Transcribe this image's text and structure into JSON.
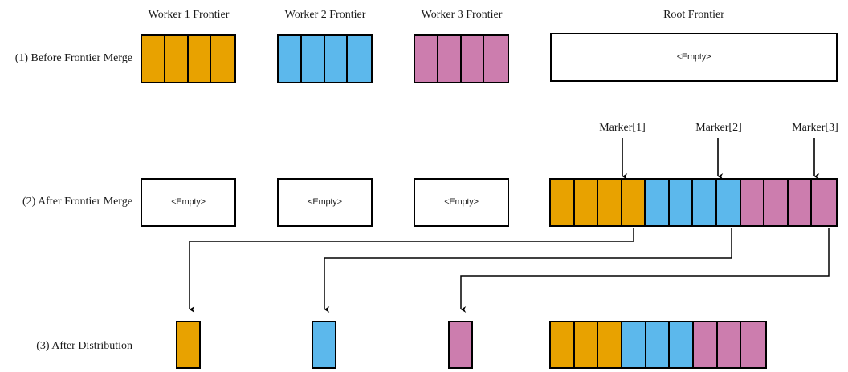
{
  "palette": {
    "orange": "#E8A200",
    "blue": "#5CB8EC",
    "pink": "#CC7DAE",
    "stroke": "#000000",
    "background": "#FFFFFF",
    "text": "#1A1A1A"
  },
  "titles": {
    "worker1": "Worker 1 Frontier",
    "worker2": "Worker 2 Frontier",
    "worker3": "Worker 3 Frontier",
    "root": "Root Frontier"
  },
  "rows": {
    "row1_label": "(1) Before Frontier Merge",
    "row2_label": "(2) After Frontier Merge",
    "row3_label": "(3) After Distribution"
  },
  "empty_text": "<Empty>",
  "markers": [
    {
      "label": "Marker[1]"
    },
    {
      "label": "Marker[2]"
    },
    {
      "label": "Marker[3]"
    }
  ],
  "stage1": {
    "worker1_cells": [
      "orange",
      "orange",
      "orange",
      "orange"
    ],
    "worker2_cells": [
      "blue",
      "blue",
      "blue",
      "blue"
    ],
    "worker3_cells": [
      "pink",
      "pink",
      "pink",
      "pink"
    ],
    "root_cells": []
  },
  "stage2": {
    "worker1_cells": [],
    "worker2_cells": [],
    "worker3_cells": [],
    "root_cells": [
      "orange",
      "orange",
      "orange",
      "orange",
      "blue",
      "blue",
      "blue",
      "blue",
      "pink",
      "pink",
      "pink",
      "pink"
    ]
  },
  "stage3": {
    "worker1_cells": [
      "orange"
    ],
    "worker2_cells": [
      "blue"
    ],
    "worker3_cells": [
      "pink"
    ],
    "root_cells": [
      "orange",
      "orange",
      "orange",
      "blue",
      "blue",
      "blue",
      "pink",
      "pink",
      "pink"
    ]
  }
}
